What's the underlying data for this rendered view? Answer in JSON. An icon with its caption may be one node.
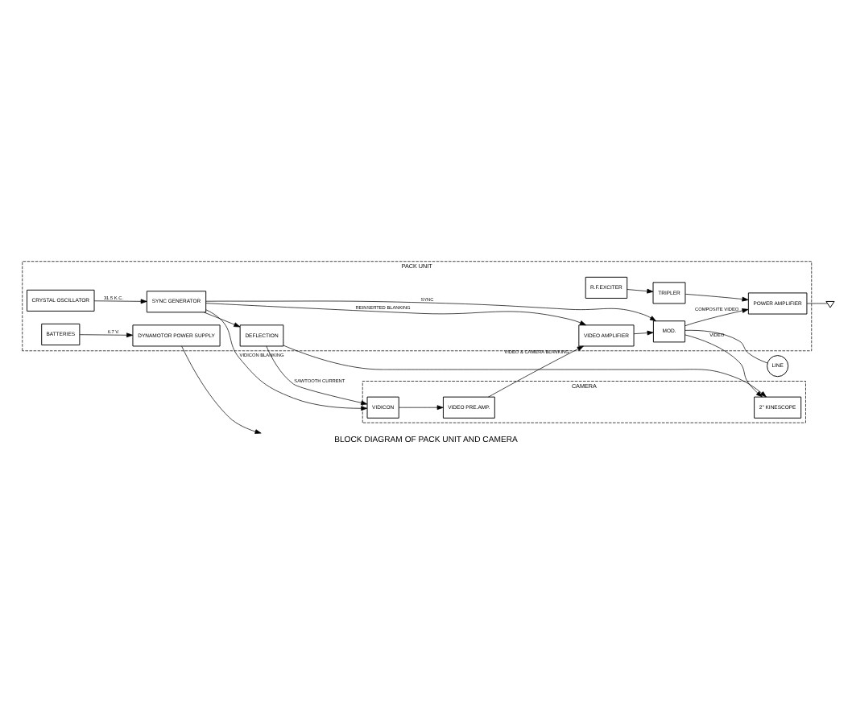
{
  "diagram": {
    "title": "BLOCK DIAGRAM OF PACK UNIT AND CAMERA",
    "nodes": [
      {
        "text": [
          "CAMERA"
        ]
      },
      {
        "text": [
          "PACK UNIT"
        ]
      },
      {
        "text": [
          "2\" KINESCOPE"
        ],
        "in": 0
      },
      {
        "text": [
          "VIDEO PRE.AMP."
        ],
        "in": 0
      },
      {
        "text": [
          "VIDICON"
        ],
        "in": 0
      },
      {
        "text": [
          "R.F.EXCITER"
        ],
        "in": 1
      },
      {
        "text": [
          "TRIPLER"
        ],
        "in": 1
      },
      {
        "text": [
          "POWER AMPLIFIER"
        ],
        "in": 1
      },
      {
        "text": [
          "VIDEO AMPLIFIER"
        ],
        "in": 1
      },
      {
        "text": [
          "MOD."
        ],
        "in": 1
      },
      {
        "text": [
          "DEFLECTION"
        ],
        "in": 1
      },
      {
        "text": [
          "SYNC GENERATOR"
        ],
        "in": 1
      },
      {
        "text": [
          "CRYSTAL OSCILLATOR"
        ],
        "in": 1
      },
      {
        "text": [
          "DYNAMOTOR POWER SUPPLY"
        ],
        "in": 1
      },
      {
        "text": [
          "BATTERIES"
        ],
        "in": 1
      },
      {
        "text": [],
        "shape": "antenna"
      },
      {
        "text": [
          "LINE"
        ]
      }
    ],
    "edges": [
      {
        "from": 5,
        "to": 6,
        "arrow": "to"
      },
      {
        "from": 6,
        "to": 7,
        "arrow": "to"
      },
      {
        "from": 7,
        "to": 15,
        "arrow": "none"
      },
      {
        "from": 9,
        "to": 7,
        "arrow": "to",
        "label": "COMPOSITE VIDEO"
      },
      {
        "from": 9,
        "to": 16,
        "arrow": "none"
      },
      {
        "from": 9,
        "to": 2,
        "arrow": "to",
        "label": "VIDEO"
      },
      {
        "from": 8,
        "to": 9,
        "arrow": "to"
      },
      {
        "from": 3,
        "to": 8,
        "arrow": "to",
        "label": "VIDEO & CAMERA BLANKING"
      },
      {
        "from": 4,
        "to": 3,
        "arrow": "to"
      },
      {
        "from": 11,
        "to": 8,
        "arrow": "to",
        "label": "REINSERTED BLANKING"
      },
      {
        "from": 11,
        "to": 9,
        "arrow": "to",
        "label": "SYNC"
      },
      {
        "from": 11,
        "to": 10,
        "arrow": "to"
      },
      {
        "from": 10,
        "to": 4,
        "arrow": "to",
        "label": "SAWTOOTH CURRENT"
      },
      {
        "from": 10,
        "to": 2,
        "arrow": "to"
      },
      {
        "from": 11,
        "to": 4,
        "arrow": "to",
        "label": "VIDICON BLANKING"
      },
      {
        "from": 12,
        "to": 11,
        "arrow": "to",
        "label": "31.5 K.C."
      },
      {
        "from": 14,
        "to": 13,
        "arrow": "to",
        "label": "6.7 V."
      },
      {
        "from": 13,
        "to": null,
        "arrow": "to"
      }
    ]
  }
}
